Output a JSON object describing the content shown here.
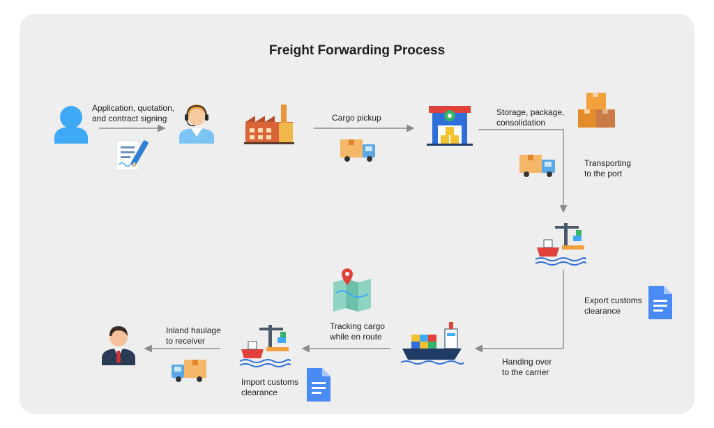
{
  "title": "Freight Forwarding Process",
  "steps": {
    "application": "Application, quotation,\nand contract signing",
    "cargo_pickup": "Cargo pickup",
    "storage": "Storage, package,\nconsolidation",
    "transport_port": "Transporting\nto the port",
    "export_customs": "Export customs\nclearance",
    "handing_over": "Handing over\nto the carrier",
    "tracking": "Tracking cargo\nwhile en route",
    "import_customs": "Import customs\nclearance",
    "inland_haulage": "Inland haulage\nto receiver"
  },
  "icons": [
    "customer-icon",
    "contract-icon",
    "agent-icon",
    "factory-icon",
    "truck-icon",
    "warehouse-icon",
    "boxes-icon",
    "port-icon",
    "document-icon",
    "cargo-ship-icon",
    "map-icon",
    "receiver-icon"
  ],
  "colors": {
    "background": "#eeeeee",
    "arrow": "#8a8a8a",
    "blue": "#3fa9f5",
    "orange": "#f2a03c",
    "document": "#4a8af4"
  }
}
